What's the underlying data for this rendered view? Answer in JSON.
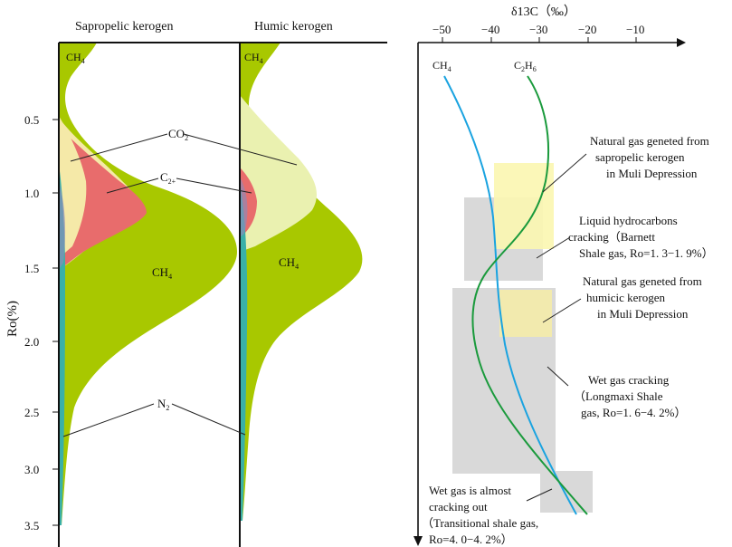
{
  "left_panel": {
    "titles": {
      "sapropelic": "Sapropelic kerogen",
      "humic": "Humic kerogen"
    },
    "y_axis": {
      "label": "Ro(%)",
      "ticks": [
        "0.5",
        "1.0",
        "1.5",
        "2.0",
        "2.5",
        "3.0",
        "3.5"
      ]
    },
    "labels": {
      "ch4_top": "CH4",
      "co2": "CO2",
      "c2": "C2+",
      "ch4_main": "CH4",
      "n2": "N2"
    }
  },
  "right_panel": {
    "x_axis": {
      "label": "δ13C（‰）",
      "ticks": [
        "−50",
        "−40",
        "−30",
        "−20",
        "−10"
      ]
    },
    "series": {
      "ch4": "CH4",
      "c2h6": "C2H6"
    },
    "annotations": {
      "sapropelic_gas": [
        "Natural gas geneted from",
        "sapropelic kerogen",
        "in Muli Depression"
      ],
      "barnett": [
        "Liquid hydrocarbons",
        "cracking（Barnett",
        "Shale gas, Ro=1. 3−1. 9%）"
      ],
      "humic_gas": [
        "Natural gas geneted from",
        "humicic kerogen",
        "in Muli Depression"
      ],
      "longmaxi": [
        "Wet gas cracking",
        "（Longmaxi Shale",
        "gas, Ro=1. 6−4. 2%）"
      ],
      "transitional": [
        "Wet gas is almost",
        "cracking out",
        "（Transitional shale gas,",
        "Ro=4. 0−4. 2%）"
      ]
    }
  },
  "colors": {
    "ch4_fill": "#a8c800",
    "co2_fill": "#f5e9a8",
    "c2_fill": "#e86c6c",
    "n2_fill": "#3ab0a8",
    "humic_co2": "#eaf1b0",
    "ch4_line": "#1aa3e0",
    "c2h6_line": "#1a9a3c",
    "box_gray": "#d9d9d9",
    "box_yellow": "#fbf6b0"
  }
}
